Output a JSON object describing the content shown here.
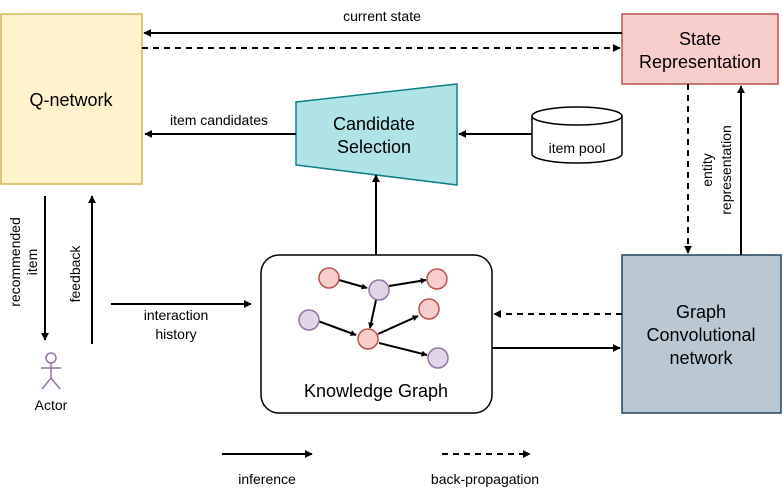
{
  "nodes": {
    "q_network": {
      "label": "Q-network",
      "fill": "#fff2cc",
      "stroke": "#d6b656"
    },
    "state_representation": {
      "line1": "State",
      "line2": "Representation",
      "fill": "#f8cecc",
      "stroke": "#b85450"
    },
    "candidate_selection": {
      "line1": "Candidate",
      "line2": "Selection",
      "fill": "#b0e3e6",
      "stroke": "#0e8088"
    },
    "item_pool": {
      "label": "item pool"
    },
    "knowledge_graph": {
      "label": "Knowledge Graph"
    },
    "gcn": {
      "line1": "Graph",
      "line2": "Convolutional",
      "line3": "network",
      "fill": "#bac8d3",
      "stroke": "#23445d"
    },
    "actor": {
      "label": "Actor",
      "color": "#9673a6"
    }
  },
  "edges": {
    "current_state": "current state",
    "item_candidates": "item candidates",
    "interaction_line1": "interaction",
    "interaction_line2": "history",
    "recommended_line1": "recommended",
    "recommended_line2": "item",
    "feedback": "feedback",
    "entity_line1": "entity",
    "entity_line2": "representation"
  },
  "legend": {
    "inference": "inference",
    "back_propagation": "back-propagation"
  },
  "graph_node_colors": {
    "red_fill": "#f8cecc",
    "red_stroke": "#b85450",
    "purple_fill": "#e1d5e7",
    "purple_stroke": "#9673a6"
  }
}
